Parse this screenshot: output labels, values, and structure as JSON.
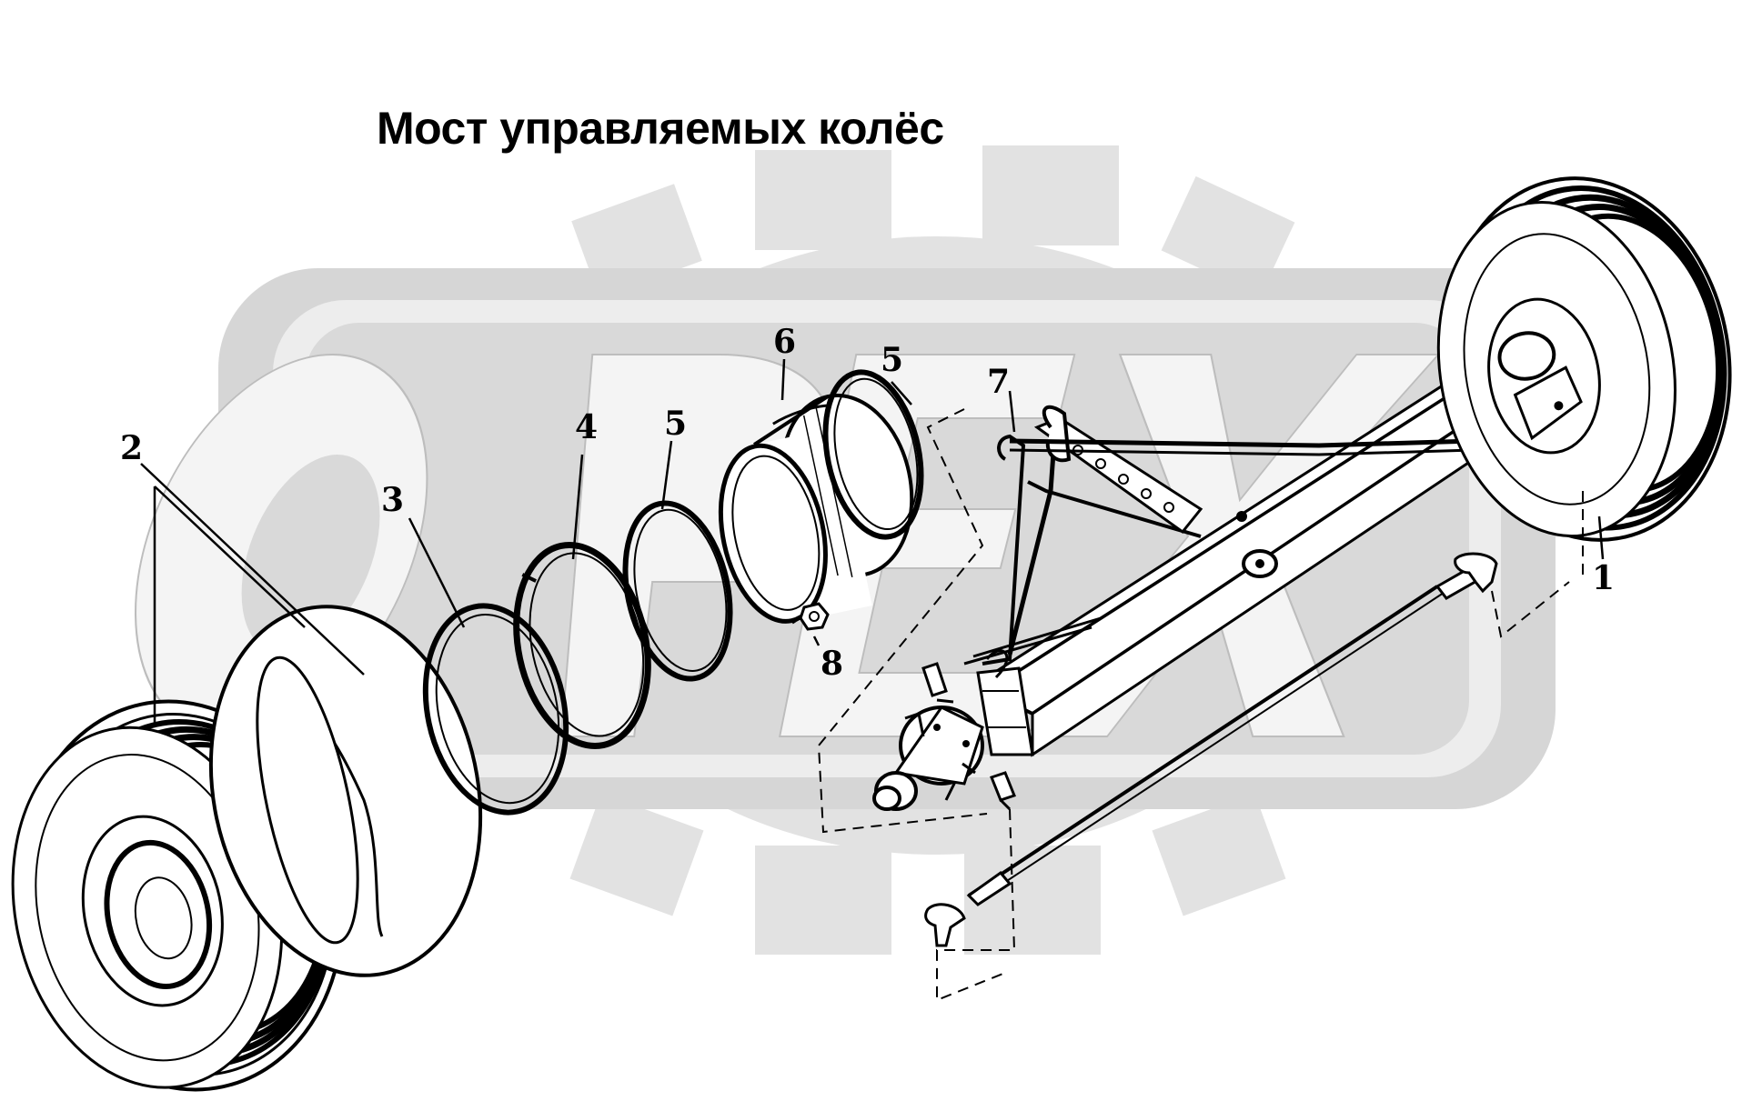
{
  "title": "Мост управляемых колёс",
  "watermark": {
    "text": "ОРЁХ",
    "color": "#d9d9d9"
  },
  "callouts": [
    {
      "id": "1",
      "text": "1"
    },
    {
      "id": "2",
      "text": "2"
    },
    {
      "id": "3",
      "text": "3"
    },
    {
      "id": "4",
      "text": "4"
    },
    {
      "id": "5a",
      "text": "5"
    },
    {
      "id": "5b",
      "text": "5"
    },
    {
      "id": "6",
      "text": "6"
    },
    {
      "id": "7",
      "text": "7"
    },
    {
      "id": "8",
      "text": "8"
    }
  ],
  "colors": {
    "ink": "#000000",
    "background": "#ffffff",
    "watermark": "#d9d9d9"
  }
}
